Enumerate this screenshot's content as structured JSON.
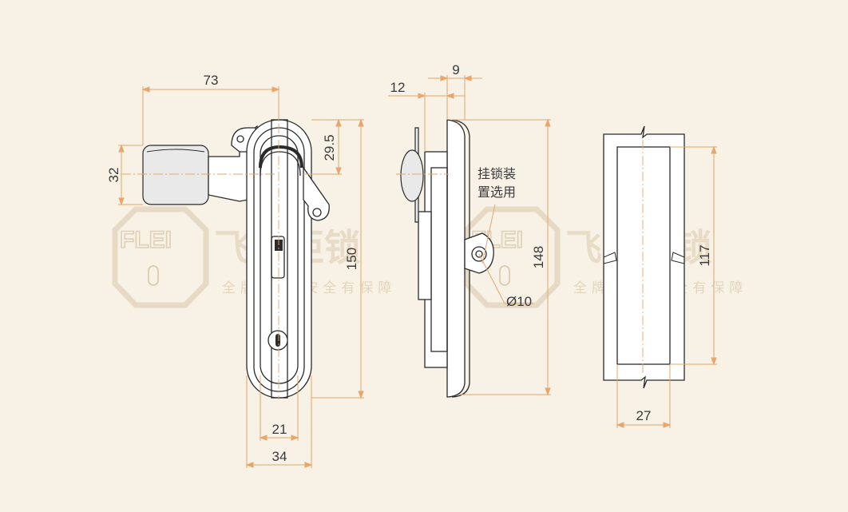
{
  "dimensions": {
    "front_width_total": "73",
    "handle_height": "32",
    "hook_offset": "29.5",
    "body_height": "150",
    "slot_width": "21",
    "body_width": "34",
    "side_offset_12": "12",
    "side_depth_9": "9",
    "side_height": "148",
    "hole_diameter": "Ø10",
    "cutout_height": "117",
    "cutout_width": "27"
  },
  "note": {
    "line1": "挂锁装",
    "line2": "置选用"
  },
  "watermark": {
    "brand_latin": "FLEI",
    "brand_cn": "飞雷柜锁",
    "slogan": "全牌品质 安全有保障"
  },
  "colors": {
    "background": "#f7f1e6",
    "dimension_line": "#e7a66b",
    "outline": "#2b2b2b",
    "watermark": "#e8dcc6"
  }
}
